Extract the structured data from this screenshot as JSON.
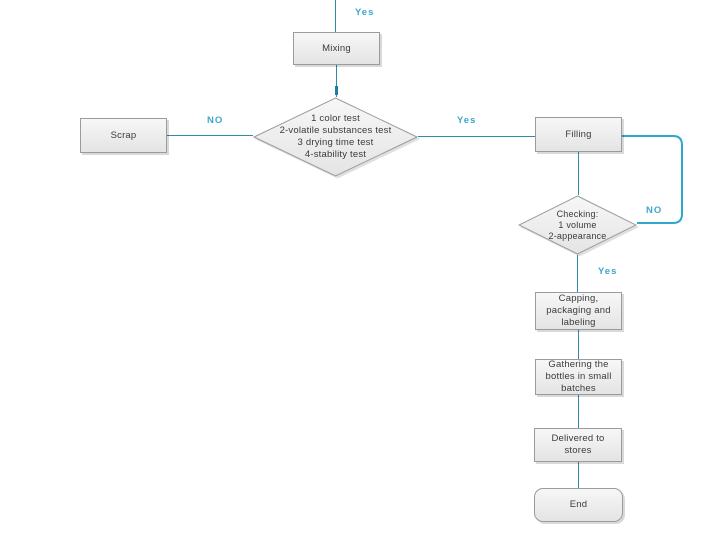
{
  "colors": {
    "background": "#ffffff",
    "connector": "#2d8cab",
    "loop_connector": "#2fa8cc",
    "edge_label": "#3fa8cc",
    "node_border": "#9b9b9b",
    "node_fill_top": "#f7f7f7",
    "node_fill_bottom": "#e4e4e4",
    "node_text": "#3b3b3b",
    "arrow_tip": "#1d7ea1"
  },
  "nodes": {
    "mixing": {
      "label": "Mixing"
    },
    "quality_test": {
      "label": "1 color test\n2-volatile substances test\n3 drying time test\n4-stability test"
    },
    "scrap": {
      "label": "Scrap"
    },
    "filling": {
      "label": "Filling"
    },
    "checking": {
      "label": "Checking:\n1 volume\n2-appearance"
    },
    "capping": {
      "label": "Capping,\npackaging and\nlabeling"
    },
    "gathering": {
      "label": "Gathering the\nbottles in small\nbatches"
    },
    "delivered": {
      "label": "Delivered to\nstores"
    },
    "end": {
      "label": "End"
    }
  },
  "edge_labels": {
    "yes_top": "Yes",
    "no_to_scrap": "NO",
    "yes_to_filling": "Yes",
    "no_loop": "NO",
    "yes_to_capping": "Yes"
  }
}
